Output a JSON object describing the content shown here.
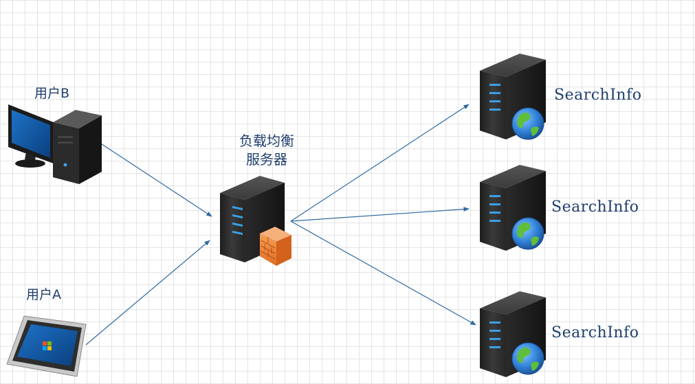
{
  "nodes": {
    "user_b": {
      "label": "用户B"
    },
    "user_a": {
      "label": "用户A"
    },
    "load_balancer": {
      "label_line1": "负载均衡",
      "label_line2": "服务器"
    },
    "servers": [
      {
        "label": "SearchInfo"
      },
      {
        "label": "SearchInfo"
      },
      {
        "label": "SearchInfo"
      }
    ]
  },
  "icons": {
    "user_b": "desktop-computer-icon",
    "user_a": "tablet-icon",
    "load_balancer": "server-with-firewall-icon",
    "servers": "web-server-globe-icon"
  },
  "edges": [
    {
      "from": "user_b",
      "to": "load_balancer"
    },
    {
      "from": "user_a",
      "to": "load_balancer"
    },
    {
      "from": "load_balancer",
      "to": "server_1"
    },
    {
      "from": "load_balancer",
      "to": "server_2"
    },
    {
      "from": "load_balancer",
      "to": "server_3"
    }
  ],
  "colors": {
    "edge": "#2f6aa0",
    "label": "#1f3f6e",
    "server_body": "#2f2f2f",
    "server_led": "#3aa0e8",
    "firewall": "#e9823a",
    "globe_ocean": "#2f7fd6",
    "globe_land": "#5fbf3a"
  }
}
